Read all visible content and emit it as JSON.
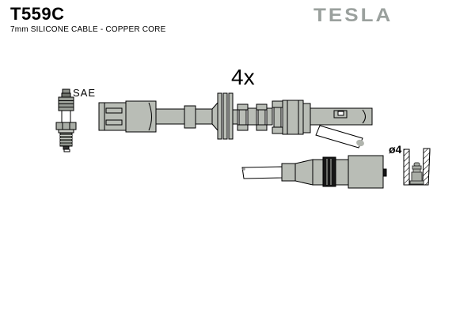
{
  "header": {
    "part_number": "T559C",
    "description": "7mm SILICONE CABLE - COPPER CORE",
    "brand_logo": "TESLA"
  },
  "diagram": {
    "quantity_label": "4x",
    "terminal_standard_label": "SAE",
    "diameter_label": "ø4",
    "icons": {
      "spark_plug": "spark-plug-icon",
      "cable_assembly": "ignition-cable-assembly-drawing",
      "coil_connector": "coil-end-connector-drawing",
      "terminal_cross_section": "terminal-cross-section-drawing"
    }
  },
  "colors": {
    "background": "#ffffff",
    "part_gray": "#b9bdb6",
    "logo_gray": "#9aa09d",
    "outline": "#000000",
    "band_black": "#161616"
  }
}
